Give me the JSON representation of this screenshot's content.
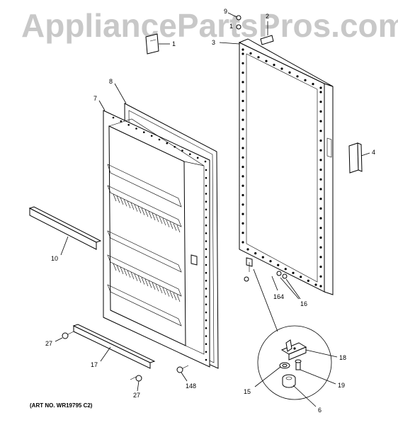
{
  "watermark": "AppliancePartsPros.com",
  "art_number": "(ART NO. WR19795 C2)",
  "callouts": {
    "p1": "1",
    "p2": "2",
    "p3": "3",
    "p4": "4",
    "p6": "6",
    "p7": "7",
    "p8": "8",
    "p9": "9",
    "p9b": "1",
    "p10": "10",
    "p15": "15",
    "p16": "16",
    "p17": "17",
    "p18": "18",
    "p19": "19",
    "p27a": "27",
    "p27b": "27",
    "p148": "148",
    "p164": "164"
  }
}
